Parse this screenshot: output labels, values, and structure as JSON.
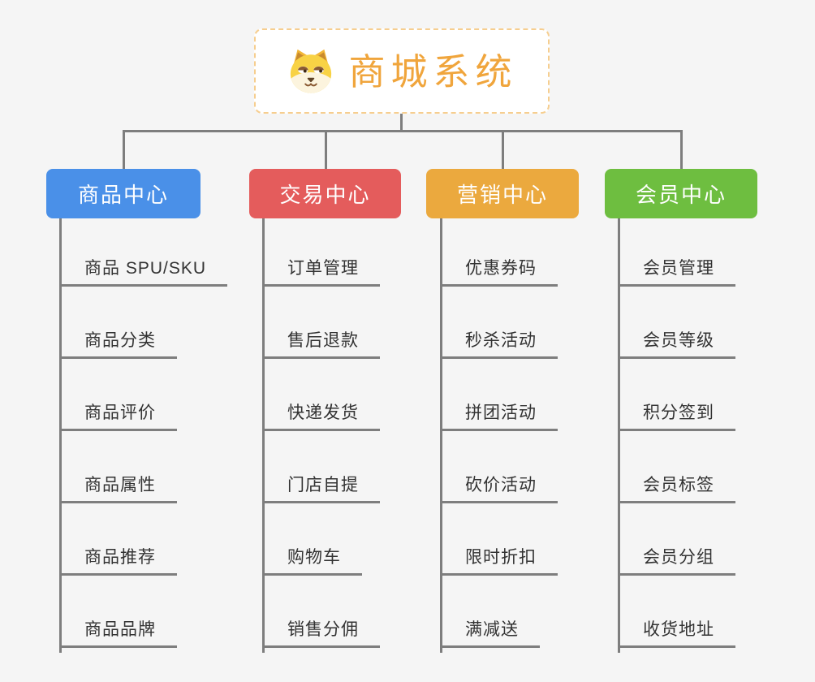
{
  "page": {
    "background_color": "#f5f5f5",
    "connector_color": "#7e7e7e"
  },
  "root": {
    "title": "商城系统",
    "title_color": "#f0a53c",
    "border_color": "#f6ce8f",
    "icon": "dog-face-icon"
  },
  "branches": [
    {
      "label": "商品中心",
      "color": "#4a90e8",
      "items": [
        "商品 SPU/SKU",
        "商品分类",
        "商品评价",
        "商品属性",
        "商品推荐",
        "商品品牌"
      ]
    },
    {
      "label": "交易中心",
      "color": "#e45c5c",
      "items": [
        "订单管理",
        "售后退款",
        "快递发货",
        "门店自提",
        "购物车",
        "销售分佣"
      ]
    },
    {
      "label": "营销中心",
      "color": "#eba93e",
      "items": [
        "优惠券码",
        "秒杀活动",
        "拼团活动",
        "砍价活动",
        "限时折扣",
        "满减送"
      ]
    },
    {
      "label": "会员中心",
      "color": "#6ebe40",
      "items": [
        "会员管理",
        "会员等级",
        "积分签到",
        "会员标签",
        "会员分组",
        "收货地址"
      ]
    }
  ]
}
